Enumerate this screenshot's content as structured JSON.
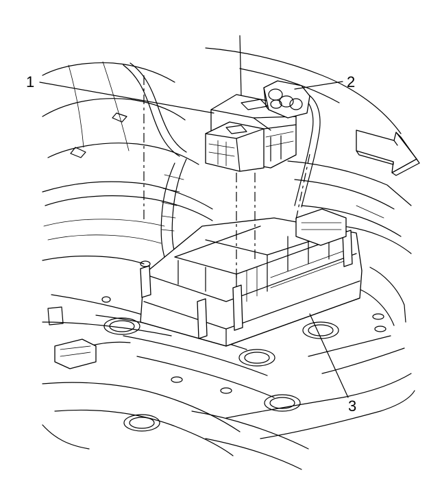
{
  "callouts": [
    {
      "id": "1",
      "label": "1"
    },
    {
      "id": "2",
      "label": "2"
    },
    {
      "id": "3",
      "label": "3"
    }
  ],
  "direction_arrow": {
    "icon": "front-direction-arrow-icon"
  }
}
